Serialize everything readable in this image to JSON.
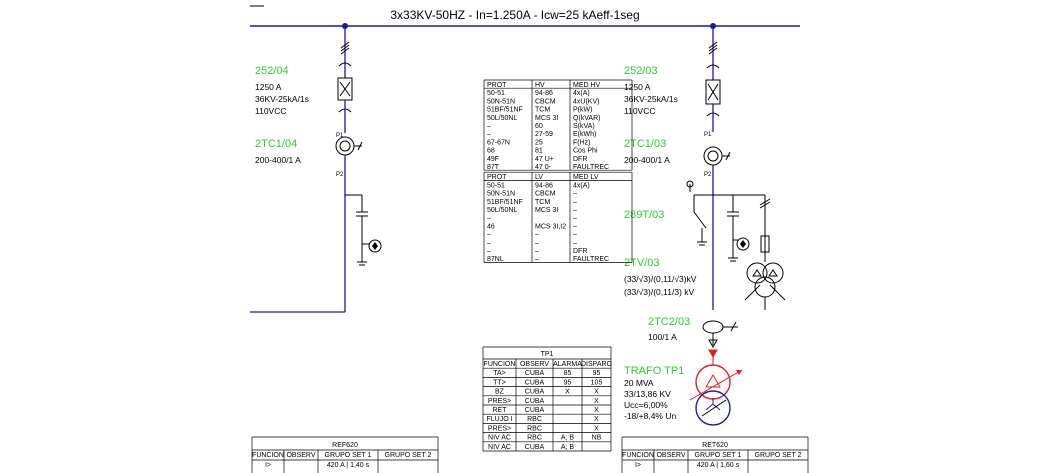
{
  "busbar": {
    "title": "3x33KV-50HZ  -  In=1.250A  -  Icw=25  kAeff-1seg"
  },
  "left_bay": {
    "breaker": {
      "tag": "252/04",
      "lines": [
        "1250 A",
        "36KV-25kA/1s",
        "110VCC"
      ]
    },
    "ct": {
      "tag": "2TC1/04",
      "ratio": "200-400/1 A"
    },
    "p1": "P1",
    "p2": "P2"
  },
  "right_bay": {
    "breaker": {
      "tag": "252/03",
      "lines": [
        "1250 A",
        "36KV-25kA/1s",
        "110VCC"
      ]
    },
    "ct1": {
      "tag": "2TC1/03",
      "ratio": "200-400/1 A"
    },
    "sw": {
      "tag": "289T/03"
    },
    "vt": {
      "tag": "2TV/03",
      "lines": [
        "(33/√3)/(0,11/√3)kV",
        "(33/√3)/(0,11/3) kV"
      ]
    },
    "ct2": {
      "tag": "2TC2/03",
      "ratio": "100/1 A"
    },
    "trafo": {
      "tag": "TRAFO TP1",
      "lines": [
        "20 MVA",
        "33/13,86 KV",
        "Ucc=6,00%",
        "-18/+8,4% Un"
      ]
    },
    "p1": "P1",
    "p2": "P2"
  },
  "prot_table": {
    "hv_header": [
      "PROT",
      "HV",
      "MED HV"
    ],
    "hv_rows": [
      [
        "50-51",
        "94-86",
        "4x(A)"
      ],
      [
        "50N-51N",
        "CBCM",
        "4xU(KV)"
      ],
      [
        "51BF/51NF",
        "TCM",
        "P(kW)"
      ],
      [
        "50L/50NL",
        "MCS 3I",
        "Q(kVAR)"
      ],
      [
        "–",
        "60",
        "S(kVA)"
      ],
      [
        "–",
        "27-59",
        "E(kWh)"
      ],
      [
        "67-67N",
        "25",
        "F(Hz)"
      ],
      [
        "68",
        "81",
        "Cos Phi"
      ],
      [
        "49F",
        "47 U+",
        "DFR"
      ],
      [
        "87T",
        "47 0-",
        "FAULTREC"
      ]
    ],
    "lv_header": [
      "PROT",
      "LV",
      "MED LV"
    ],
    "lv_rows": [
      [
        "50-51",
        "94-86",
        "4x(A)"
      ],
      [
        "50N-51N",
        "CBCM",
        "–"
      ],
      [
        "51BF/51NF",
        "TCM",
        "–"
      ],
      [
        "50L/50NL",
        "MCS 3I",
        "–"
      ],
      [
        "–",
        "",
        "–"
      ],
      [
        "46",
        "MCS 3I,I2",
        "–"
      ],
      [
        "–",
        "–",
        "–"
      ],
      [
        "–",
        "–",
        "–"
      ],
      [
        "–",
        "–",
        "DFR"
      ],
      [
        "87NL",
        "–",
        "FAULTREC"
      ]
    ]
  },
  "tp1_table": {
    "title": "TP1",
    "header": [
      "FUNCION",
      "OBSERV",
      "ALARMA",
      "DISPARO"
    ],
    "rows": [
      [
        "TA>",
        "CUBA",
        "85",
        "95"
      ],
      [
        "TT>",
        "CUBA",
        "95",
        "105"
      ],
      [
        "BZ",
        "CUBA",
        "X",
        "X"
      ],
      [
        "PRES>",
        "CUBA",
        "",
        "X"
      ],
      [
        "RET",
        "CUBA",
        "",
        "X"
      ],
      [
        "FLUJO I",
        "RBC",
        "",
        "X"
      ],
      [
        "PRES>",
        "RBC",
        "",
        "X"
      ],
      [
        "NIV AC",
        "RBC",
        "A; B",
        "NB"
      ],
      [
        "NIV AC",
        "CUBA",
        "A; B",
        ""
      ]
    ]
  },
  "ref620": {
    "title": "REF620",
    "header": [
      "FUNCION",
      "OBSERV",
      "GRUPO SET 1",
      "GRUPO SET 2"
    ],
    "rows": [
      [
        "I>",
        "",
        "420 A | 1,40 s",
        ""
      ]
    ]
  },
  "ret620": {
    "title": "RET620",
    "header": [
      "FUNCION",
      "OBSERV",
      "GRUPO SET 1",
      "GRUPO SET 2"
    ],
    "rows": [
      [
        "I>",
        "",
        "420 A | 1,60 s",
        ""
      ]
    ]
  },
  "colors": {
    "green": "#2ecc2e",
    "blue": "#1a1aa8",
    "red": "#e51c1c"
  }
}
